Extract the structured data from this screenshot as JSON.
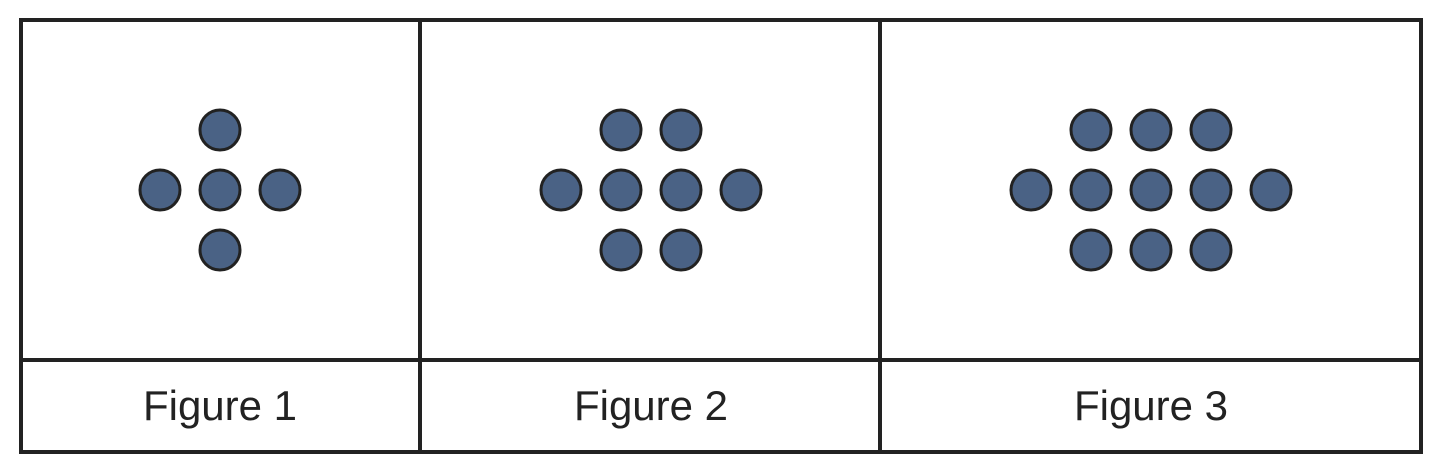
{
  "colors": {
    "dot_fill": "#4a6285",
    "dot_stroke": "#222222",
    "border": "#222222",
    "background": "#ffffff"
  },
  "figures": [
    {
      "caption": "Figure 1",
      "dot_rows": [
        1,
        3,
        1
      ]
    },
    {
      "caption": "Figure 2",
      "dot_rows": [
        2,
        4,
        2
      ]
    },
    {
      "caption": "Figure 3",
      "dot_rows": [
        3,
        5,
        3
      ]
    }
  ]
}
